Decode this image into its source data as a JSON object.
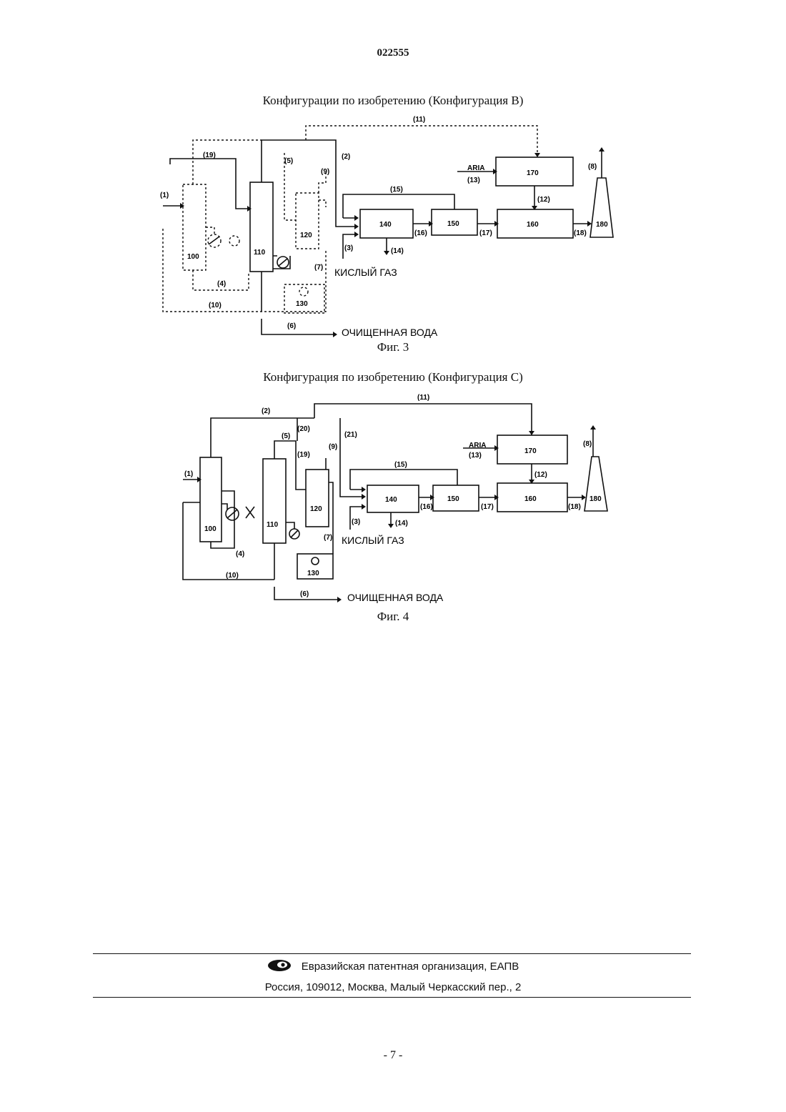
{
  "header": {
    "doc_number": "022555"
  },
  "figure3": {
    "caption": "Конфигурации по изобретению (Конфигурация В)",
    "label": "Фиг. 3",
    "units": [
      "100",
      "110",
      "120",
      "130",
      "140",
      "150",
      "160",
      "170",
      "180"
    ],
    "streams": [
      "(1)",
      "(2)",
      "(3)",
      "(4)",
      "(5)",
      "(6)",
      "(7)",
      "(8)",
      "(9)",
      "(10)",
      "(11)",
      "(12)",
      "(13)",
      "(14)",
      "(15)",
      "(16)",
      "(17)",
      "(18)",
      "(19)"
    ],
    "air_label": "ARIA",
    "acid_gas": "КИСЛЫЙ ГАЗ",
    "clean_water": "ОЧИЩЕННАЯ ВОДА"
  },
  "figure4": {
    "caption": "Конфигурация по изобретению (Конфигурация С)",
    "label": "Фиг. 4",
    "units": [
      "100",
      "110",
      "120",
      "130",
      "140",
      "150",
      "160",
      "170",
      "180"
    ],
    "streams": [
      "(1)",
      "(2)",
      "(3)",
      "(4)",
      "(5)",
      "(6)",
      "(7)",
      "(8)",
      "(9)",
      "(10)",
      "(11)",
      "(12)",
      "(13)",
      "(14)",
      "(15)",
      "(16)",
      "(17)",
      "(18)",
      "(19)",
      "(20)",
      "(21)"
    ],
    "air_label": "ARIA",
    "acid_gas": "КИСЛЫЙ ГАЗ",
    "clean_water": "ОЧИЩЕННАЯ ВОДА"
  },
  "footer": {
    "organization": "Евразийская патентная организация, ЕАПВ",
    "address": "Россия, 109012, Москва, Малый Черкасский пер., 2"
  },
  "page_number": "- 7 -"
}
